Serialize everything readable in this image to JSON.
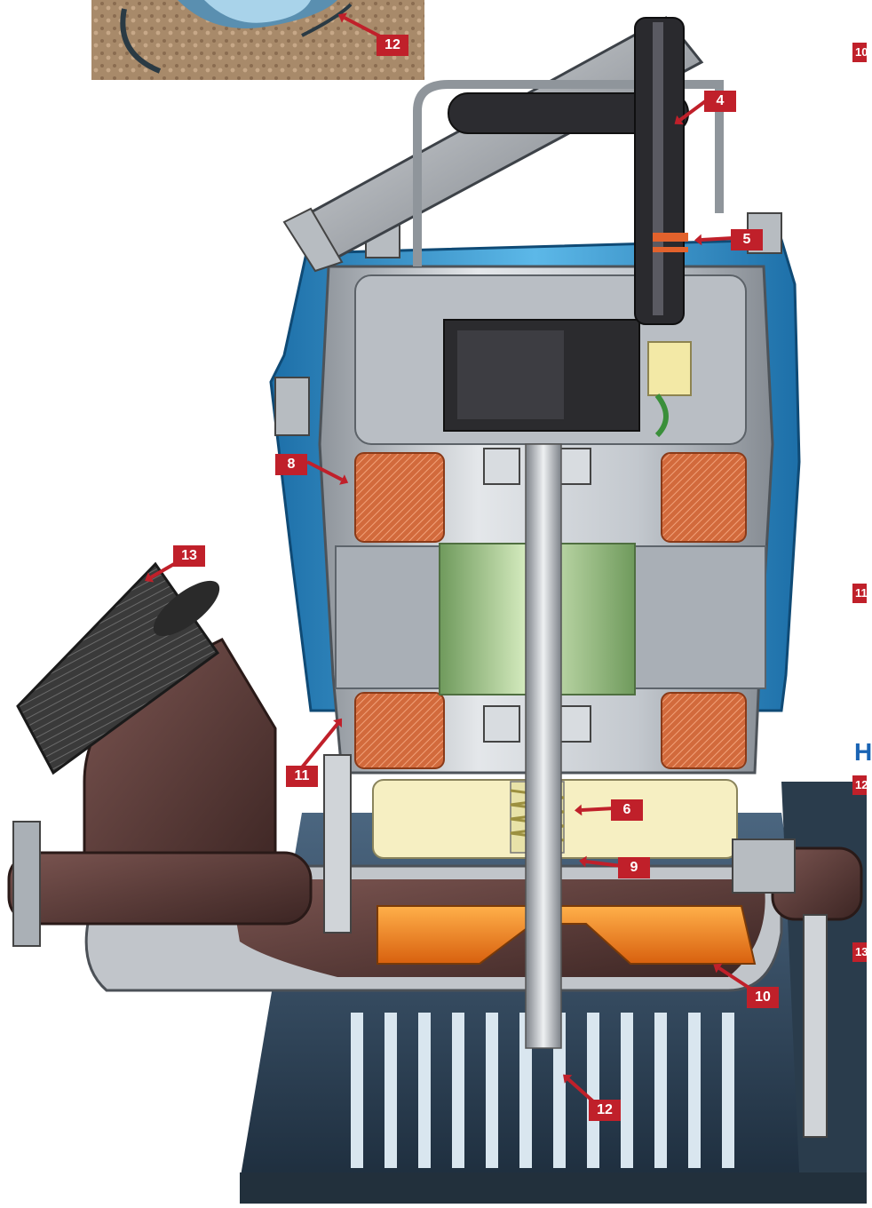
{
  "callouts": [
    {
      "id": "c12a",
      "label": "12"
    },
    {
      "id": "c4",
      "label": "4"
    },
    {
      "id": "c5",
      "label": "5"
    },
    {
      "id": "c8",
      "label": "8"
    },
    {
      "id": "c13",
      "label": "13"
    },
    {
      "id": "c11",
      "label": "11"
    },
    {
      "id": "c6",
      "label": "6"
    },
    {
      "id": "c9",
      "label": "9"
    },
    {
      "id": "c10",
      "label": "10"
    },
    {
      "id": "c12b",
      "label": "12"
    }
  ],
  "edge_markers": [
    {
      "id": "e10",
      "label": "10"
    },
    {
      "id": "e11",
      "label": "11"
    },
    {
      "id": "e12",
      "label": "12"
    },
    {
      "id": "e13",
      "label": "13"
    }
  ],
  "edge_heading": "H",
  "colors": {
    "callout": "#c0202a",
    "pump_blue": "#3a9fd6",
    "aluminum": "#c7cbd0",
    "cast_iron": "#5a3a36",
    "copper": "#d26a3c",
    "rotor": "#a8c890",
    "impeller": "#f08a1c",
    "oil_chamber": "#f6efc2",
    "strainer": "#2e4358",
    "heading": "#1a64b4"
  }
}
